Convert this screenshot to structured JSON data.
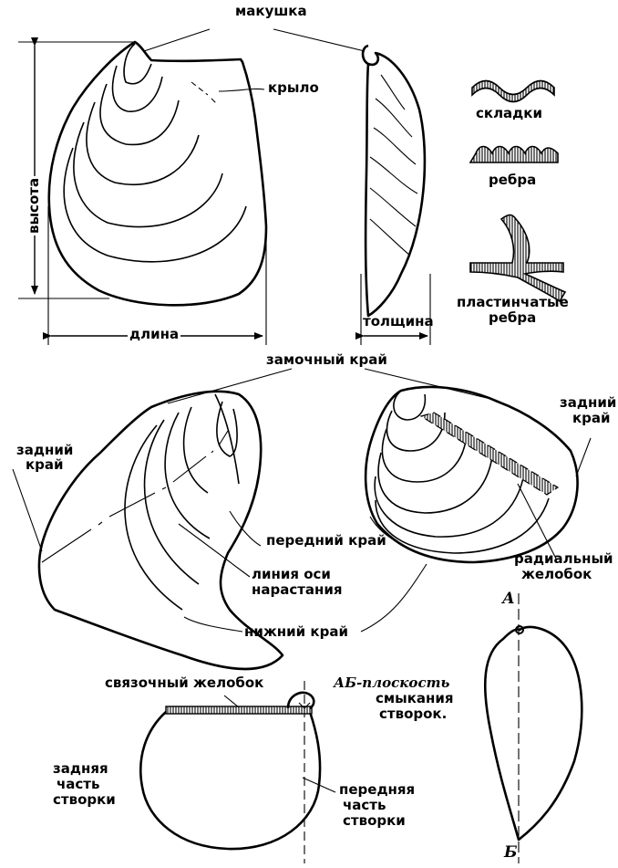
{
  "labels": {
    "umbo": "макушка",
    "wing": "крыло",
    "height": "высота",
    "length": "длина",
    "thickness": "толщина",
    "folds": "складки",
    "ribs": "ребра",
    "lamellar_ribs_line1": "пластинчатые",
    "lamellar_ribs_line2": "ребра",
    "hinge_margin": "замочный край",
    "posterior_margin_left_line1": "задний",
    "posterior_margin_left_line2": "край",
    "posterior_margin_right_line1": "задний",
    "posterior_margin_right_line2": "край",
    "anterior_margin": "передний край",
    "growth_axis_line1": "линия оси",
    "growth_axis_line2": "нарастания",
    "radial_groove_line1": "радиальный",
    "radial_groove_line2": "желобок",
    "ventral_margin": "нижний край",
    "ligament_groove": "связочный желобок",
    "posterior_part_line1": "задняя",
    "posterior_part_line2": "часть",
    "posterior_part_line3": "створки",
    "anterior_part_line1": "передняя",
    "anterior_part_line2": "часть",
    "anterior_part_line3": "створки",
    "commissure_line1": "АБ-плоскость",
    "commissure_line2": "смыкания",
    "commissure_line3": "створок.",
    "point_a": "А",
    "point_b": "Б"
  }
}
